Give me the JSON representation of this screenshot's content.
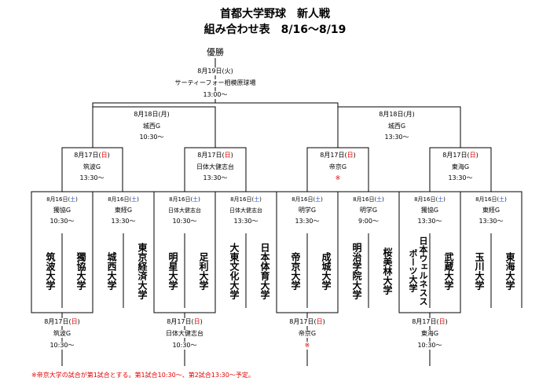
{
  "title_line1": "首都大学野球　新人戦",
  "title_line2": "組み合わせ表　8/16〜8/19",
  "champion": "優勝",
  "final": {
    "date": "8月19日(火)",
    "venue": "サーティーフォー相模原球場",
    "time": "13:00〜"
  },
  "semifinals": [
    {
      "date": "8月18日(月)",
      "venue": "城西G",
      "time": "10:30〜"
    },
    {
      "date": "8月18日(月)",
      "venue": "城西G",
      "time": "13:30〜"
    }
  ],
  "quarterfinals": [
    {
      "date_prefix": "8月17日(",
      "day": "日",
      "date_suffix": ")",
      "venue": "筑波G",
      "time": "13:30〜"
    },
    {
      "date_prefix": "8月17日(",
      "day": "日",
      "date_suffix": ")",
      "venue": "日体大健志台",
      "time": "13:30〜"
    },
    {
      "date_prefix": "8月17日(",
      "day": "日",
      "date_suffix": ")",
      "venue": "帝京G",
      "time": "※"
    },
    {
      "date_prefix": "8月17日(",
      "day": "日",
      "date_suffix": ")",
      "venue": "東海G",
      "time": "13:30〜"
    }
  ],
  "first_round": [
    {
      "date_prefix": "8月16日(",
      "day": "土",
      "date_suffix": ")",
      "venue": "獨協G",
      "time": "10:30〜"
    },
    {
      "date_prefix": "8月16日(",
      "day": "土",
      "date_suffix": ")",
      "venue": "東経G",
      "time": "13:30〜"
    },
    {
      "date_prefix": "8月16日(",
      "day": "土",
      "date_suffix": ")",
      "venue": "日体大健志台",
      "time": "10:30〜"
    },
    {
      "date_prefix": "8月16日(",
      "day": "土",
      "date_suffix": ")",
      "venue": "日体大健志台",
      "time": "13:30〜"
    },
    {
      "date_prefix": "8月16日(",
      "day": "土",
      "date_suffix": ")",
      "venue": "明学G",
      "time": "13:30〜"
    },
    {
      "date_prefix": "8月16日(",
      "day": "土",
      "date_suffix": ")",
      "venue": "明学G",
      "time": "9:00〜"
    },
    {
      "date_prefix": "8月16日(",
      "day": "土",
      "date_suffix": ")",
      "venue": "獨協G",
      "time": "13:30〜"
    },
    {
      "date_prefix": "8月16日(",
      "day": "土",
      "date_suffix": ")",
      "venue": "東経G",
      "time": "13:30〜"
    }
  ],
  "teams": [
    "筑波大学",
    "獨協大学",
    "城西大学",
    "東京経済大学",
    "明星大学",
    "足利大学",
    "大東文化大学",
    "日本体育大学",
    "帝京大学",
    "成城大学",
    "明治学院大学",
    "桜美林大学",
    "日本ウェルネススポーツ大学",
    "武蔵大学",
    "玉川大学",
    "東海大学"
  ],
  "bottom_games": [
    {
      "date_prefix": "8月17日(",
      "day": "日",
      "date_suffix": ")",
      "venue": "筑波G",
      "time": "10:30〜"
    },
    {
      "date_prefix": "8月17日(",
      "day": "日",
      "date_suffix": ")",
      "venue": "日体大健志台",
      "time": "10:30〜"
    },
    {
      "date_prefix": "8月17日(",
      "day": "日",
      "date_suffix": ")",
      "venue": "帝京G",
      "time": "※"
    },
    {
      "date_prefix": "8月17日(",
      "day": "日",
      "date_suffix": ")",
      "venue": "東海G",
      "time": "10:30〜"
    }
  ],
  "note": "※帝京大学の試合が第1試合とする。第1試合10:30〜、第2試合13:30〜予定。",
  "colors": {
    "accent_red": "#e00000",
    "line": "#000000"
  }
}
